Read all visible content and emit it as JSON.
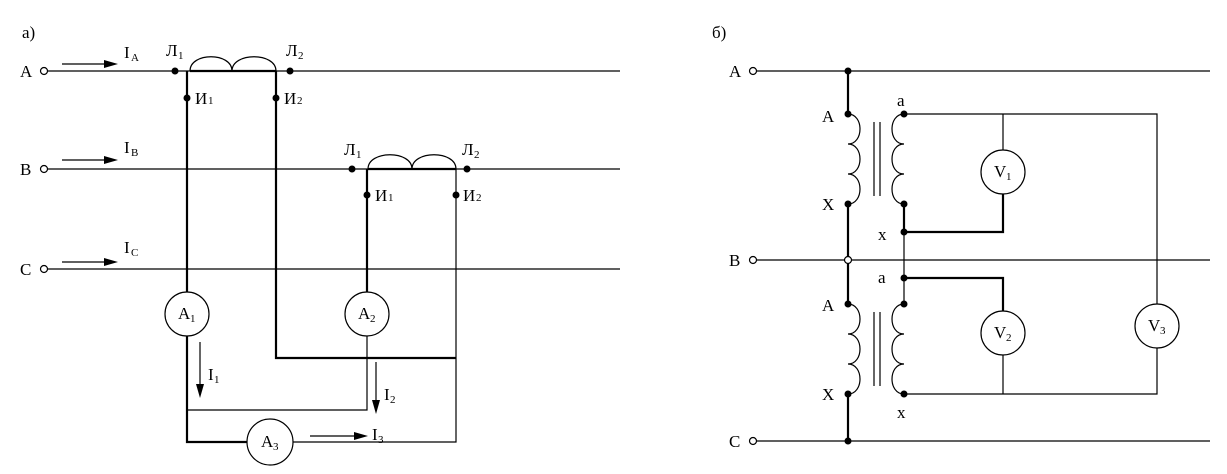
{
  "diagram_a": {
    "label": "а)",
    "phase_a": "A",
    "phase_b": "B",
    "phase_c": "C",
    "current_letter": "I",
    "current_a_sub": "A",
    "current_b_sub": "B",
    "current_c_sub": "C",
    "l_letter": "Л",
    "i_letter": "И",
    "sub_1": "1",
    "sub_2": "2",
    "sub_3": "3",
    "ammeter_letter": "A"
  },
  "diagram_b": {
    "label": "б)",
    "phase_a": "A",
    "phase_b": "B",
    "phase_c": "C",
    "primary_start": "A",
    "primary_end": "X",
    "secondary_start": "a",
    "secondary_end": "x",
    "voltmeter_letter": "V",
    "sub_1": "1",
    "sub_2": "2",
    "sub_3": "3"
  }
}
